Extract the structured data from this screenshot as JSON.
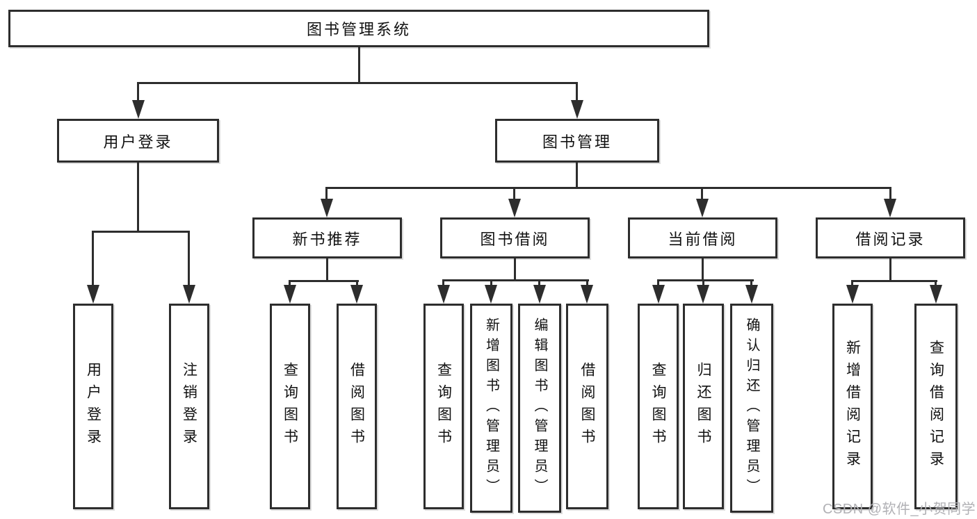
{
  "diagram": {
    "type": "hierarchy",
    "root": {
      "label": "图书管理系统",
      "children": [
        {
          "label": "用户登录",
          "children": [
            {
              "label": "用户登录"
            },
            {
              "label": "注销登录"
            }
          ]
        },
        {
          "label": "图书管理",
          "children": [
            {
              "label": "新书推荐",
              "children": [
                {
                  "label": "查询图书"
                },
                {
                  "label": "借阅图书"
                }
              ]
            },
            {
              "label": "图书借阅",
              "children": [
                {
                  "label": "查询图书"
                },
                {
                  "label": "新增图书（管理员）"
                },
                {
                  "label": "编辑图书（管理员）"
                },
                {
                  "label": "借阅图书"
                }
              ]
            },
            {
              "label": "当前借阅",
              "children": [
                {
                  "label": "查询图书"
                },
                {
                  "label": "归还图书"
                },
                {
                  "label": "确认归还（管理员）"
                }
              ]
            },
            {
              "label": "借阅记录",
              "children": [
                {
                  "label": "新增借阅记录"
                },
                {
                  "label": "查询借阅记录"
                }
              ]
            }
          ]
        }
      ]
    }
  },
  "watermark": {
    "text": "CSDN @软件_小贺同学"
  },
  "colors": {
    "line": "#2d2d2d",
    "box_border": "#2d2d2d",
    "text": "#111111",
    "background": "#ffffff",
    "watermark": "#b1b1b5"
  }
}
